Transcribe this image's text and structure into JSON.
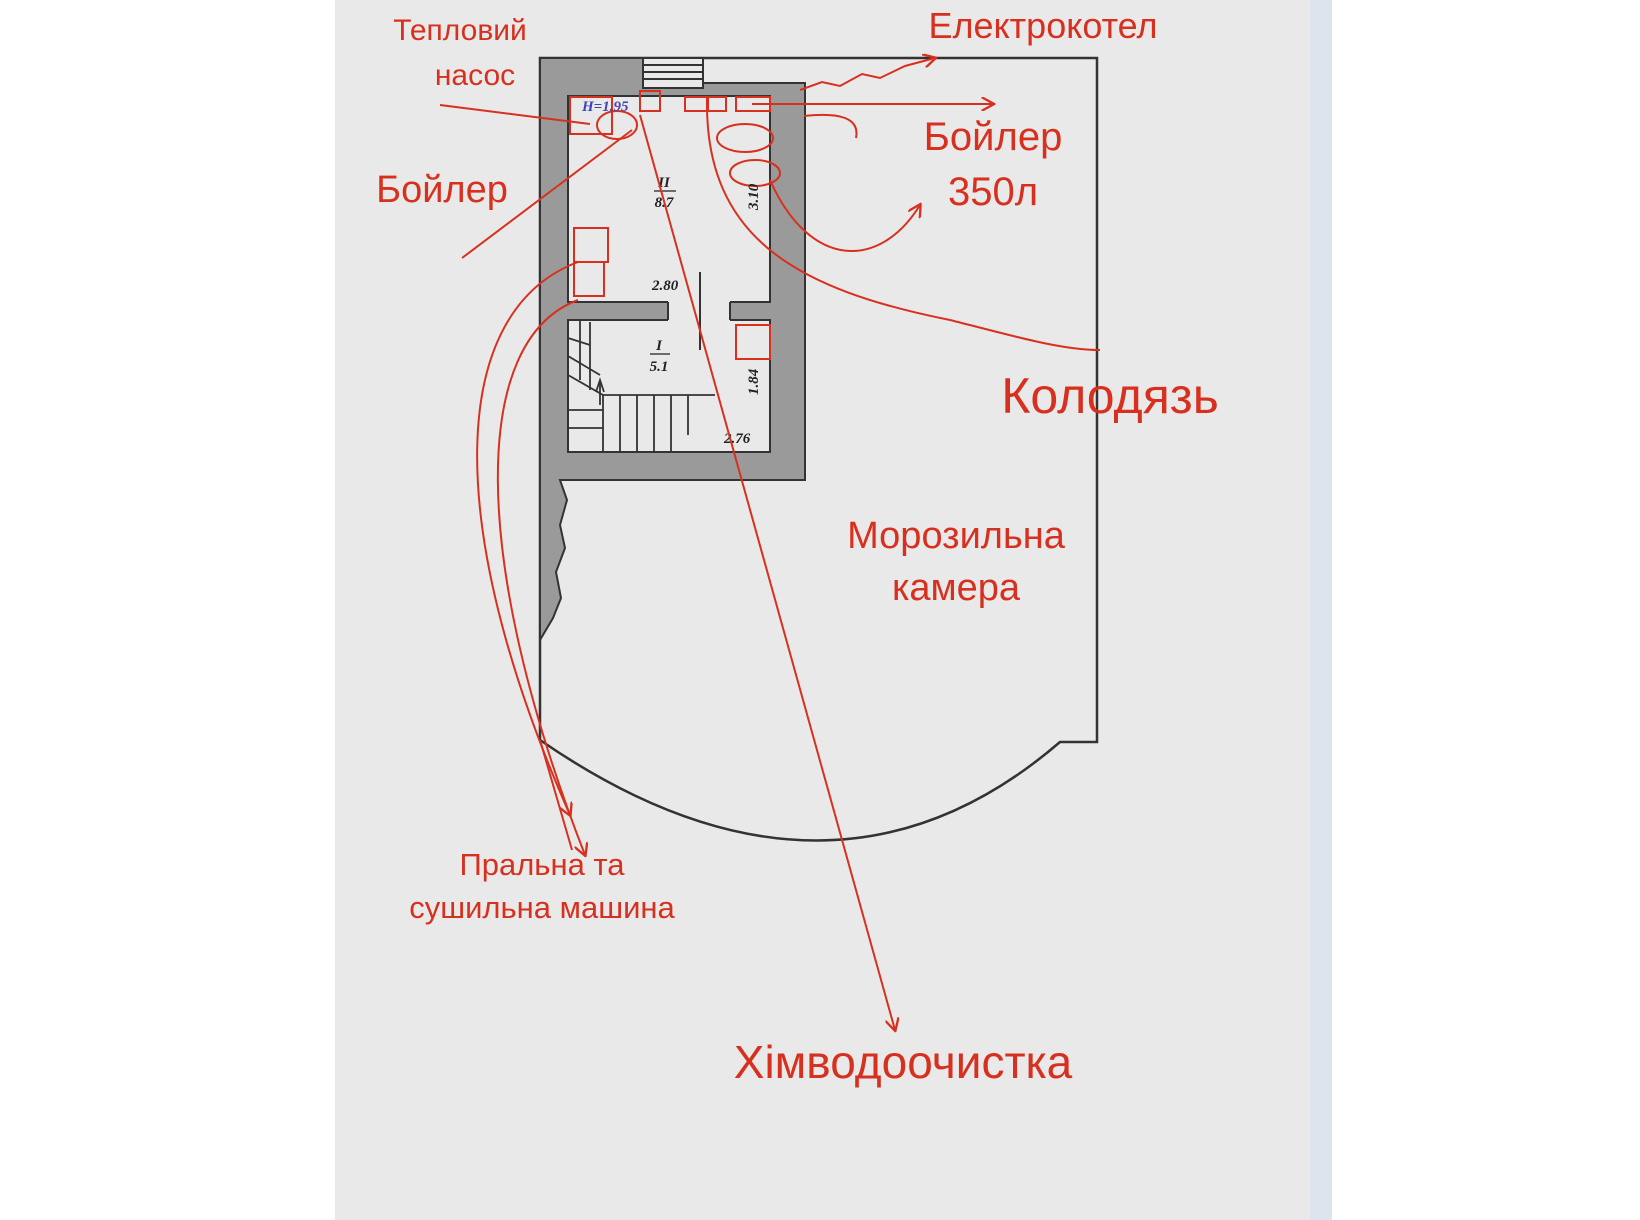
{
  "colors": {
    "annotation": "#d8301f",
    "wall": "#9a9a9a",
    "outline": "#333333",
    "paper": "#e9e9e9",
    "marker": "#3b44b8"
  },
  "plan": {
    "height_mark": "H=1.95",
    "room2": {
      "number": "II",
      "area": "8.7"
    },
    "room1": {
      "number": "I",
      "area": "5.1"
    },
    "dim_2_80": "2.80",
    "dim_3_10": "3.10",
    "dim_1_84": "1.84",
    "dim_2_76": "2.76"
  },
  "labels": {
    "heat_pump_1": "Тепловий",
    "heat_pump_2": "насос",
    "electric_boiler": "Електрокотел",
    "boiler_left": "Бойлер",
    "boiler_right_1": "Бойлер",
    "boiler_right_2": "350л",
    "well": "Колодязь",
    "freezer_1": "Морозильна",
    "freezer_2": "камера",
    "washer_1": "Пральна та",
    "washer_2": "сушильна машина",
    "water_treatment": "Хімводоочистка"
  }
}
